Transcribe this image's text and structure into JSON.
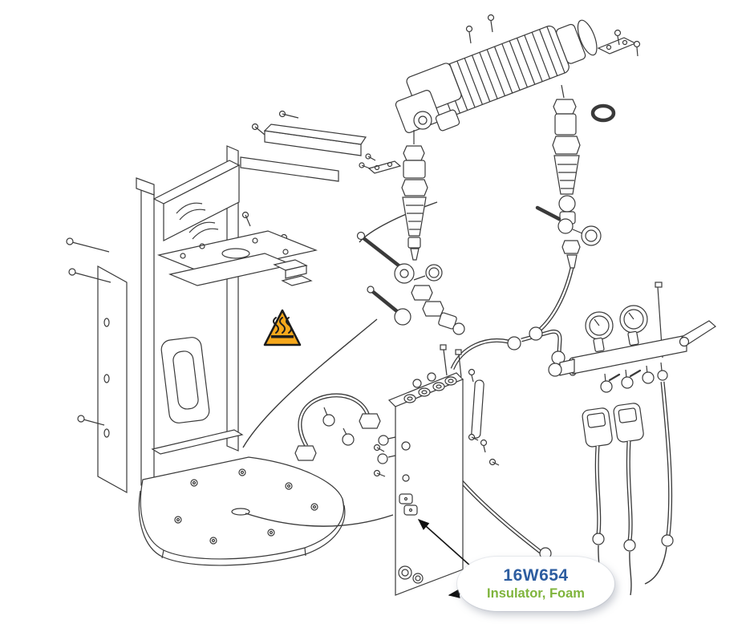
{
  "callout": {
    "part_number": "16W654",
    "part_name": "Insulator, Foam"
  },
  "colors": {
    "background": "#ffffff",
    "line_art": "#3a3a3a",
    "part_number_text": "#2d5da0",
    "part_name_text": "#7fb43c",
    "warning_triangle_fill": "#f6a81c"
  },
  "icons": {
    "hot_surface_warning": "hot-surface-warning-icon"
  },
  "diagram_components": [
    "frame-stand-assembly",
    "pump-motor-assembly",
    "fluid-filter-assemblies",
    "mix-valve-assembly",
    "coupling-hose-assembly",
    "gauge-manifold-assembly",
    "sensor-cables-and-hoses",
    "heater-block-assembly",
    "connecting-hoses",
    "hot-surface-warning-icon",
    "part-callout"
  ]
}
